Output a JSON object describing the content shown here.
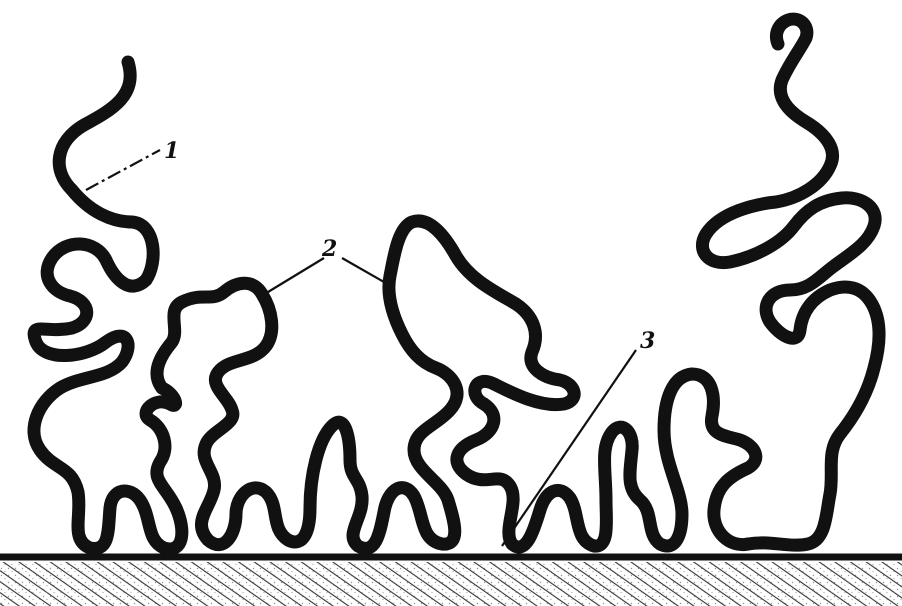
{
  "labels": {
    "label_1": "1",
    "label_2": "2",
    "label_3": "3"
  }
}
